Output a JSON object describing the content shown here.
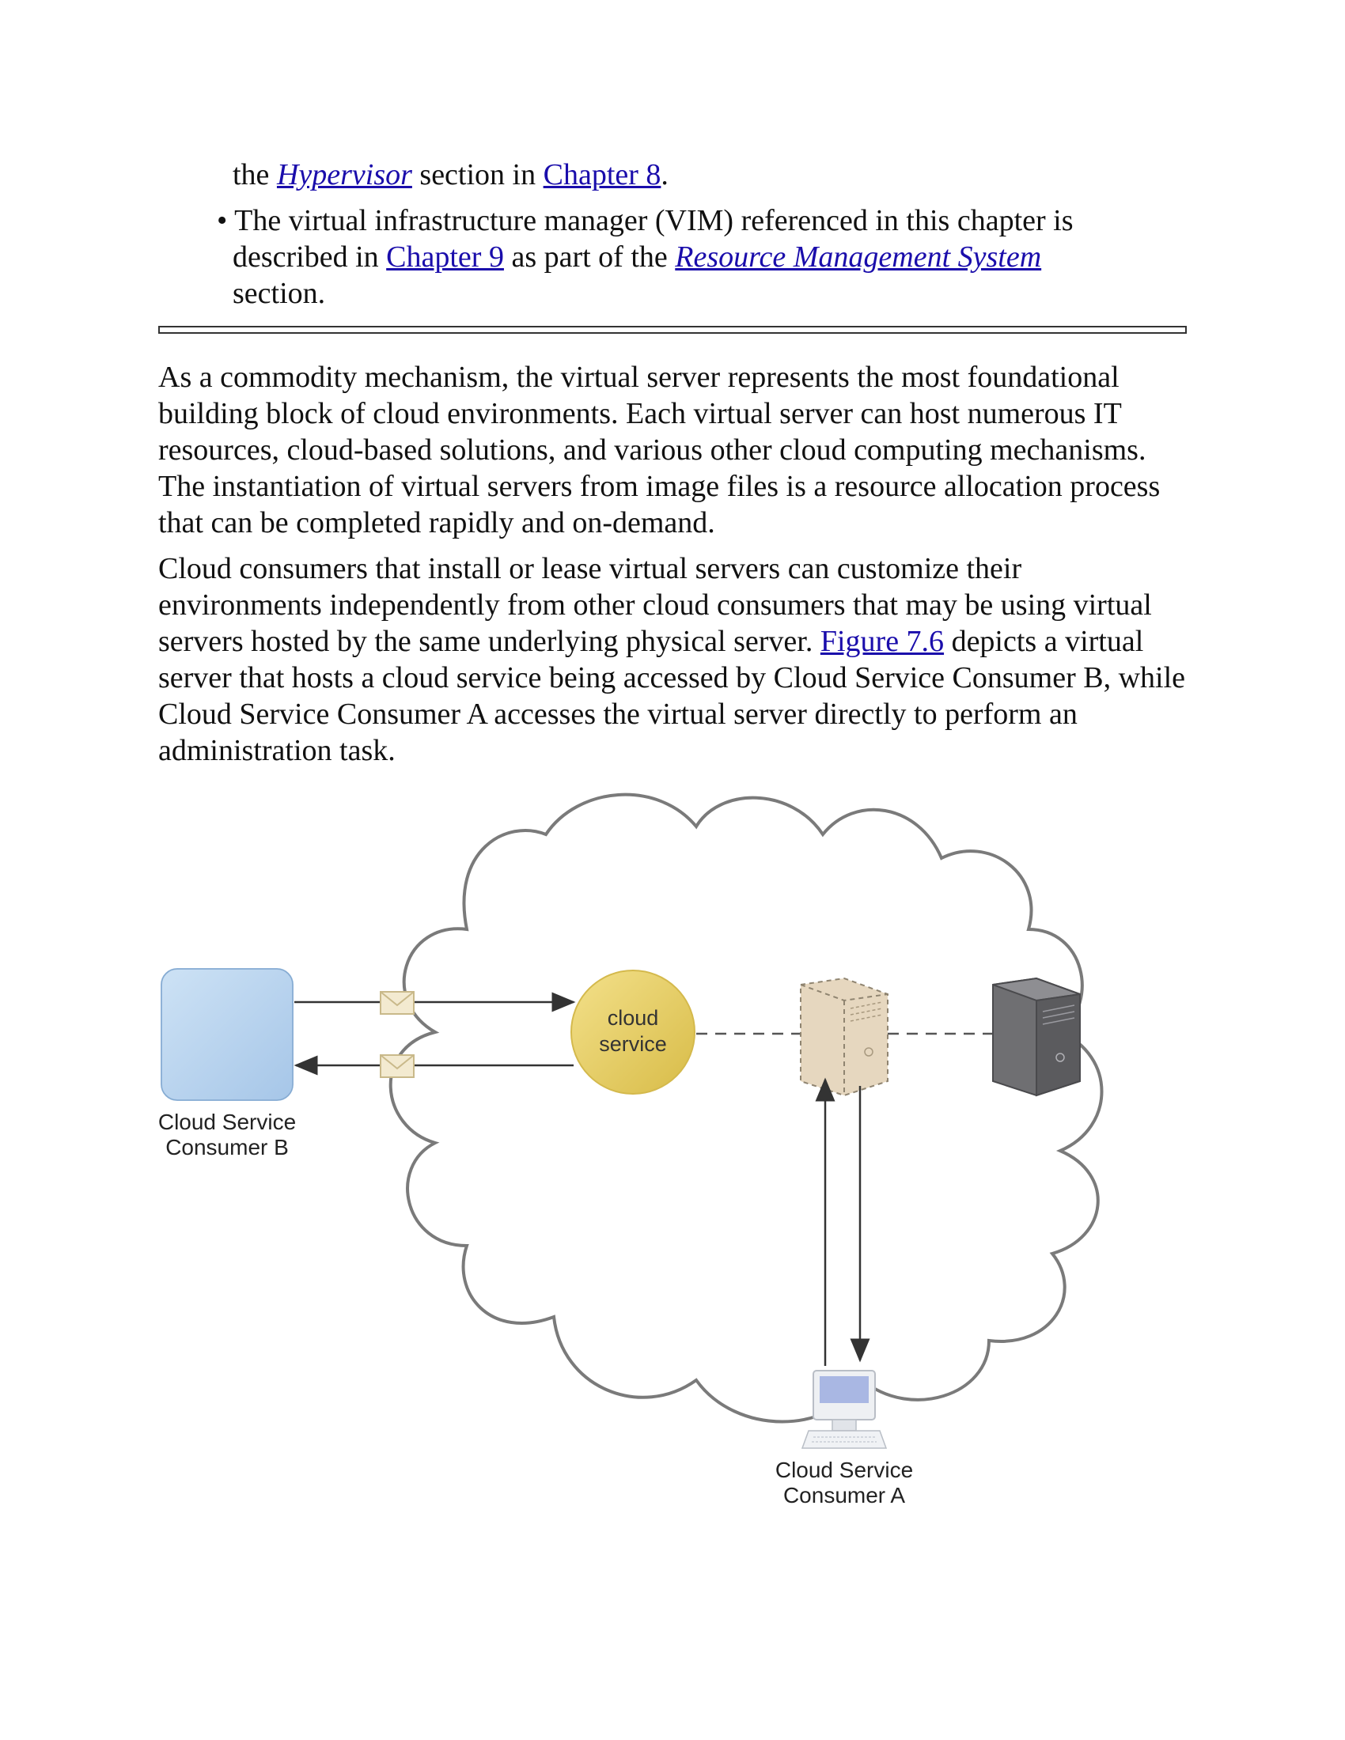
{
  "note": {
    "line1": {
      "prefix": "the ",
      "link1": "Hypervisor",
      "middle": " section in ",
      "link2": "Chapter 8",
      "suffix": "."
    },
    "bullet": {
      "marker": "•",
      "part1": " The virtual infrastructure manager (VIM) referenced in this chapter is",
      "part2": "described in ",
      "link1": "Chapter 9",
      "part3": " as part of the ",
      "link2": "Resource Management System",
      "part4": "section."
    }
  },
  "paragraphs": {
    "p1": "As a commodity mechanism, the virtual server represents the most foundational building block of cloud environments. Each virtual server can host numerous IT resources, cloud-based solutions, and various other cloud computing mechanisms. The instantiation of virtual servers from image files is a resource allocation process that can be completed rapidly and on-demand.",
    "p2": {
      "before": "Cloud consumers that install or lease virtual servers can customize their environments independently from other cloud consumers that may be using virtual servers hosted by the same underlying physical server. ",
      "link": "Figure 7.6",
      "after": " depicts a virtual server that hosts a cloud service being accessed by Cloud Service Consumer B, while Cloud Service Consumer A accesses the virtual server directly to perform an administration task."
    }
  },
  "figure": {
    "cloud_service_line1": "cloud",
    "cloud_service_line2": "service",
    "consumer_b_line1": "Cloud Service",
    "consumer_b_line2": "Consumer B",
    "consumer_a_line1": "Cloud Service",
    "consumer_a_line2": "Consumer A"
  },
  "colors": {
    "link": "#1a0dab",
    "cloud_service_fill": "#e8cf6a",
    "consumer_b_fill": "#b7d3ee",
    "virtual_server_fill": "#e6d7bf",
    "physical_server_fill": "#6f6f72"
  }
}
